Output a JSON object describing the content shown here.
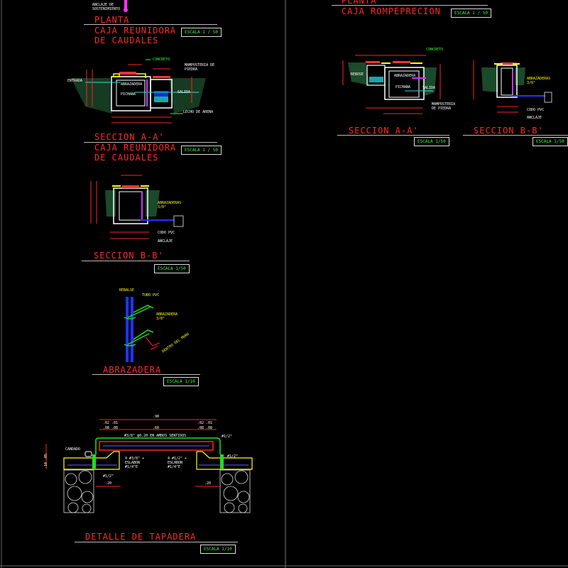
{
  "colors": {
    "background": "#000000",
    "title": "#ff2a2a",
    "scale": "#33ff33",
    "dimension": "#ff2020",
    "concrete": "#ffff00",
    "pipe": "#2233ff",
    "rebar": "#22dd22",
    "masonry": "#ffffff"
  },
  "left": {
    "anclaje_label": "ANCLAJE DE SOSTENIMIENTO",
    "planta": {
      "title": "PLANTA",
      "subtitle1": "CAJA REUNIDORA",
      "subtitle2": "DE CAUDALES",
      "scale": "ESCALA 1 / 50"
    },
    "seccion_aa": {
      "title": "SECCION A-A'",
      "subtitle1": "CAJA REUNIDORA",
      "subtitle2": "DE CAUDALES",
      "scale": "ESCALA 1 / 50",
      "labels": {
        "concreto": "CONCRETO",
        "mamposteria": "MAMPOSTERIA DE PIEDRA",
        "entrada": "ENTRADA",
        "salida": "SALIDA",
        "lecho": "LECHO DE ARENA",
        "abrazadera": "ABRAZADERA",
        "pichana": "PICHANA"
      }
    },
    "seccion_bb": {
      "title": "SECCION B-B'",
      "scale": "ESCALA 1/50",
      "labels": {
        "abrazaderas": "ABRAZADERAS 3/8\"",
        "codo": "CODO PVC",
        "anclaje": "ANCLAJE"
      }
    },
    "abrazadera": {
      "title": "ABRAZADERA",
      "scale": "ESCALA 1/10",
      "labels": {
        "rebalse": "REBALSE",
        "tubo": "TUBO PVC",
        "abrazadera": "ABRAZADERA 3/8\"",
        "dentro": "DENTRO DEL MURO"
      }
    },
    "tapadera": {
      "title": "DETALLE DE TAPADERA",
      "scale": "ESCALA 1/10",
      "labels": {
        "dim_total": ".90",
        "dim_inner": ".60",
        "dim_a": ".02 .01",
        "dim_b": ".08 .08",
        "rebar_note": "#3/8\" @0.20 EN AMBOS SENTIDOS",
        "candado": "CANDADO",
        "left_rebar": "4 #3/8\" + ESLABON #1/4\"E",
        "right_rebar": "4 #1/2\" + ESLABON #1/4\"E",
        "phi_half": "#1/2\"",
        "dim_20": ".20",
        "side": ".10 .05"
      }
    }
  },
  "right": {
    "planta": {
      "title": "PLANTA",
      "subtitle": "CAJA ROMPEPRECION",
      "scale": "ESCALA 1 / 50"
    },
    "seccion_aa": {
      "title": "SECCION A-A'",
      "scale": "ESCALA 1/50",
      "labels": {
        "concreto": "CONCRETO",
        "mamposteria": "MAMPOSTERIA DE PIEDRA",
        "abrazadera": "ABRAZADERA",
        "pichana": "PICHANA",
        "salida": "SALIDA",
        "rebose": "REBOSE"
      }
    },
    "seccion_bb": {
      "title": "SECCION B-B'",
      "scale": "ESCALA 1/50",
      "labels": {
        "abrazaderas": "ABRAZADERAS 3/8\"",
        "codo": "CODO PVC",
        "anclaje": "ANCLAJE"
      }
    }
  }
}
